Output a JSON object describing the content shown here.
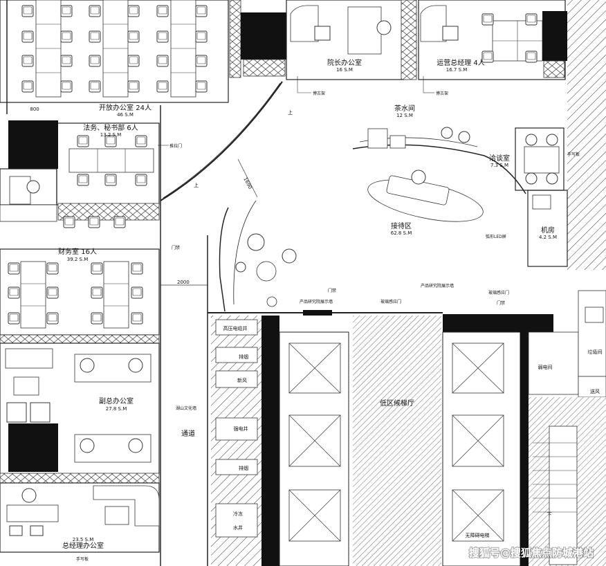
{
  "rooms": {
    "open_office": {
      "name": "开放办公室 24人",
      "area": "46 S.M"
    },
    "legal_secretary": {
      "name": "法务、秘书部 6人",
      "area": "13.2 S.M"
    },
    "dean_office": {
      "name": "院长办公室",
      "area": "16 S.M"
    },
    "ops_gm": {
      "name": "运营总经理 4人",
      "area": "16.7 S.M"
    },
    "tea_room": {
      "name": "茶水间",
      "area": "12 S.M"
    },
    "meeting": {
      "name": "洽谈室",
      "area": "7.3 S.M"
    },
    "reception": {
      "name": "接待区",
      "area": "62.8 S.M"
    },
    "machine_room": {
      "name": "机房",
      "area": "4.2 S.M"
    },
    "finance": {
      "name": "财务室 16人",
      "area": "39.2 S.M"
    },
    "deputy_gm": {
      "name": "副总办公室",
      "area": "27.8 S.M"
    },
    "gm_office": {
      "name": "总经理办公室",
      "area": "23.5 S.M"
    },
    "corridor": {
      "name": "通道"
    },
    "elevator_hall": {
      "name": "低区候梯厅"
    }
  },
  "shafts": {
    "hv_shaft": "高压电缆井",
    "smoke1": "排烟",
    "fresh_air": "新风",
    "strong_elec": "强电井",
    "smoke2": "排烟",
    "cooling": "冷冻",
    "water": "水井",
    "distribution": "弱电间",
    "garbage": "垃圾间",
    "delivery": "送风",
    "barrier_free_elevator": "无障碍电梯",
    "down": "下"
  },
  "annotations": {
    "dim_800": "800",
    "dim_1690": "1690",
    "dim_2000": "2000",
    "up1": "上",
    "up2": "上",
    "bogu1": "博古架",
    "bogu2": "博古架",
    "sliding_door": "推拉门",
    "access1": "门禁",
    "access2": "门禁",
    "access3": "门禁",
    "product_wall1": "产品研究院展示墙",
    "product_wall2": "产品研究院展示墙",
    "glass_door": "玻璃感应门",
    "glass_door2": "玻璃感应门",
    "led_screen": "弧形LED屏",
    "hand_basin": "手写板",
    "culture_wall": "湖山文化墙",
    "hand_board": "手写板"
  },
  "watermark": "搜狐号@搜狐焦点防城港站"
}
